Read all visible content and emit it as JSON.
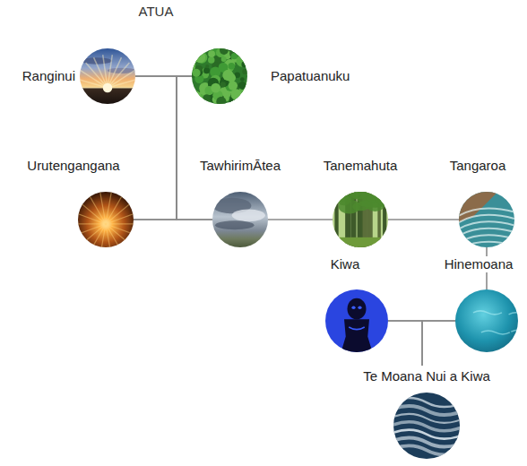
{
  "diagram": {
    "title": "ATUA",
    "nodes": [
      {
        "text": [
          "Ranginui"
        ]
      },
      {
        "text": [
          "Papatuanuku"
        ]
      },
      {
        "text": [
          "Urutengangana"
        ]
      },
      {
        "text": [
          "TawhirimĀtea"
        ]
      },
      {
        "text": [
          "Tanemahuta"
        ]
      },
      {
        "text": [
          "Tangaroa"
        ]
      },
      {
        "text": [
          "Kiwa"
        ]
      },
      {
        "text": [
          "Hinemoana"
        ]
      },
      {
        "text": [
          "Te Moana Nui a Kiwa"
        ]
      }
    ],
    "edges": [
      {
        "from": 0,
        "to": 1,
        "arrow": "none"
      },
      {
        "from": 0,
        "to": 2,
        "arrow": "none"
      },
      {
        "from": 1,
        "to": 2,
        "arrow": "none"
      },
      {
        "from": 0,
        "to": 3,
        "arrow": "none"
      },
      {
        "from": 1,
        "to": 3,
        "arrow": "none"
      },
      {
        "from": 3,
        "to": 4,
        "arrow": "none"
      },
      {
        "from": 4,
        "to": 5,
        "arrow": "none"
      },
      {
        "from": 5,
        "to": 7,
        "arrow": "none"
      },
      {
        "from": 6,
        "to": 7,
        "arrow": "none"
      },
      {
        "from": 6,
        "to": 8,
        "arrow": "none"
      },
      {
        "from": 7,
        "to": 8,
        "arrow": "none"
      }
    ]
  }
}
